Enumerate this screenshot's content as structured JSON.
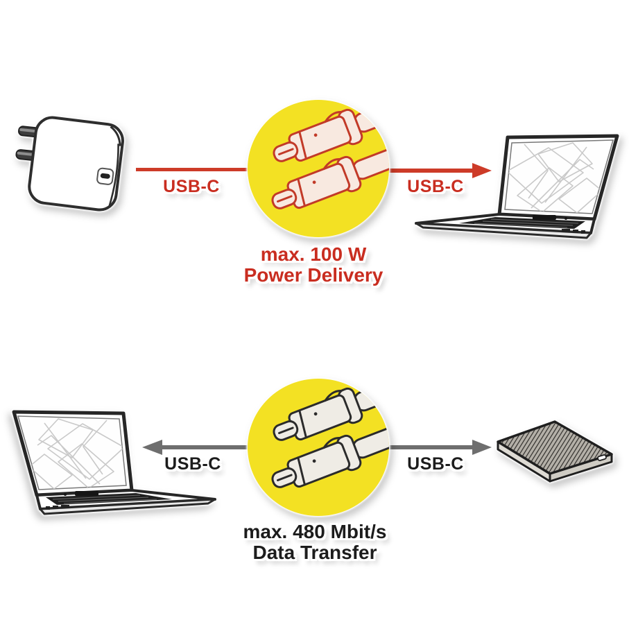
{
  "image_type": "product-feature-diagram-usb-c-cable",
  "colors": {
    "red": "#c92d20",
    "arrow_red": "#cd3b28",
    "yellow": "#f3e123",
    "gray": "#6e6e6e",
    "dark": "#1c1c1c"
  },
  "top_scene": {
    "left_device_icon": "usb-c-power-adapter",
    "right_device_icon": "laptop",
    "badge_icon": "usb-c-cable-connectors",
    "badge_shape": "yellow-circle",
    "left_port_label": "USB-C",
    "right_port_label": "USB-C",
    "arrow_direction": "left-to-right",
    "caption_line1": "max. 100 W",
    "caption_line2": "Power Delivery"
  },
  "bottom_scene": {
    "left_device_icon": "laptop",
    "right_device_icon": "external-hard-drive",
    "badge_icon": "usb-c-cable-connectors",
    "badge_shape": "yellow-circle",
    "left_port_label": "USB-C",
    "right_port_label": "USB-C",
    "arrow_direction": "bidirectional-outward",
    "caption_line1": "max. 480 Mbit/s",
    "caption_line2": "Data Transfer"
  }
}
